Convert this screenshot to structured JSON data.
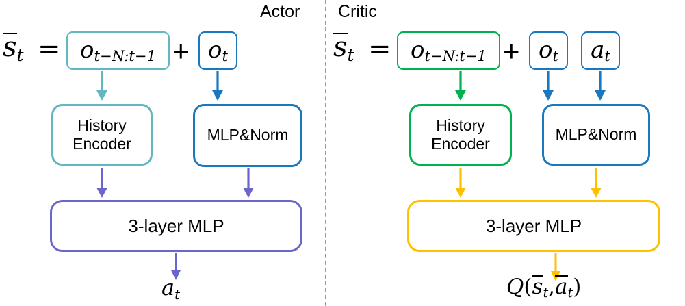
{
  "panels": {
    "actor": {
      "label": "Actor",
      "formula": {
        "lhs": "s",
        "lhs_sub": "t",
        "equals": "=",
        "plus": "+",
        "history_term": "o",
        "history_term_sub": "t−N:t−1",
        "obs_term": "o",
        "obs_term_sub": "t"
      },
      "modules": [
        {
          "name": "history-encoder",
          "line1": "History",
          "line2": "Encoder",
          "color": "#62b7c0"
        },
        {
          "name": "mlp-norm",
          "line1": "MLP&Norm",
          "line2": "",
          "color": "#1a78bf"
        },
        {
          "name": "three-layer-mlp",
          "line1": "3-layer MLP",
          "line2": "",
          "color": "#6b66cc"
        }
      ],
      "output": {
        "symbol": "a",
        "sub": "t"
      }
    },
    "critic": {
      "label": "Critic",
      "formula": {
        "lhs": "s",
        "lhs_sub": "t",
        "equals": "=",
        "plus": "+",
        "history_term": "o",
        "history_term_sub": "t−N:t−1",
        "obs_term": "o",
        "obs_term_sub": "t",
        "act_term": "a",
        "act_term_sub": "t"
      },
      "modules": [
        {
          "name": "history-encoder",
          "line1": "History",
          "line2": "Encoder",
          "color": "#00b14f"
        },
        {
          "name": "mlp-norm",
          "line1": "MLP&Norm",
          "line2": "",
          "color": "#1a78bf"
        },
        {
          "name": "three-layer-mlp",
          "line1": "3-layer MLP",
          "line2": "",
          "color": "#ffc000"
        }
      ],
      "output": {
        "q": "Q",
        "open": "(",
        "s": "s",
        "s_sub": "t",
        "comma": ",",
        "a": "a",
        "a_sub": "t",
        "close": ")"
      }
    }
  },
  "colors": {
    "teal": "#62b7c0",
    "blue": "#1a78bf",
    "purple": "#6b66cc",
    "green": "#00b14f",
    "orange": "#ffc000",
    "divider": "#9a9a9a",
    "text": "#000000",
    "background": "#ffffff"
  }
}
